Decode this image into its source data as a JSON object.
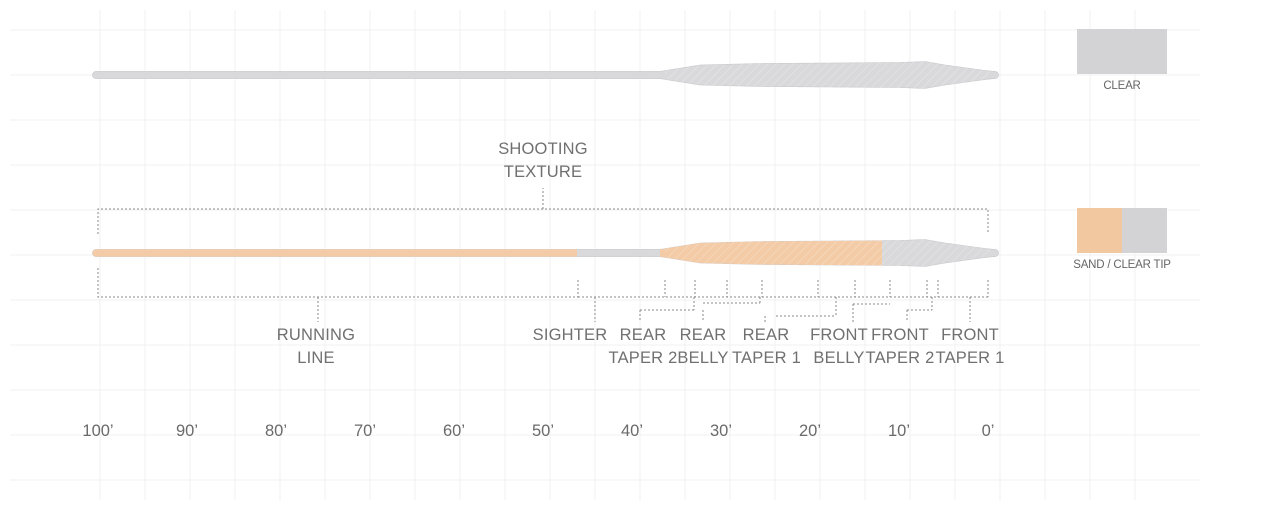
{
  "legend": [
    {
      "label": "CLEAR",
      "colors": [
        "#d3d3d5"
      ]
    },
    {
      "label": "SAND / CLEAR TIP",
      "colors": [
        "#f2c8a0",
        "#d3d3d5"
      ]
    }
  ],
  "top_label": [
    "SHOOTING",
    "TEXTURE"
  ],
  "section_labels": [
    {
      "name": "running-line",
      "lines": [
        "RUNNING",
        "LINE"
      ]
    },
    {
      "name": "sighter",
      "lines": [
        "SIGHTER",
        ""
      ]
    },
    {
      "name": "rear-taper-2",
      "lines": [
        "REAR",
        "TAPER 2"
      ]
    },
    {
      "name": "rear-belly",
      "lines": [
        "REAR",
        "BELLY"
      ]
    },
    {
      "name": "rear-taper-1",
      "lines": [
        "REAR",
        "TAPER 1"
      ]
    },
    {
      "name": "front-belly",
      "lines": [
        "FRONT",
        "BELLY"
      ]
    },
    {
      "name": "front-taper-2",
      "lines": [
        "FRONT",
        "TAPER 2"
      ]
    },
    {
      "name": "front-taper-1",
      "lines": [
        "FRONT",
        "TAPER 1"
      ]
    }
  ],
  "axis_ticks": [
    "100’",
    "90’",
    "80’",
    "70’",
    "60’",
    "50’",
    "40’",
    "30’",
    "20’",
    "10’",
    "0’"
  ],
  "colors": {
    "clear": "#d9d9db",
    "clear_dark": "#cfcfd2",
    "sand": "#f3cba6",
    "bracket": "#8a8a8a",
    "grid": "#f1f1f1"
  }
}
